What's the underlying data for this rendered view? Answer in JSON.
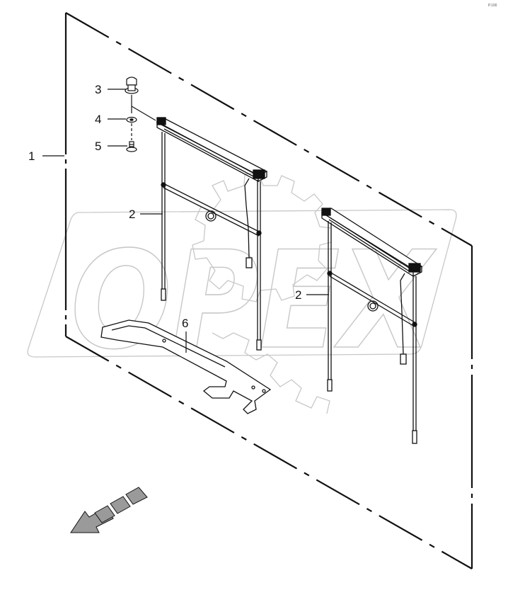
{
  "diagram": {
    "corner_note": "P.100",
    "callouts": [
      {
        "id": "c1",
        "label": "1"
      },
      {
        "id": "c2a",
        "label": "2"
      },
      {
        "id": "c2b",
        "label": "2"
      },
      {
        "id": "c3",
        "label": "3"
      },
      {
        "id": "c4",
        "label": "4"
      },
      {
        "id": "c5",
        "label": "5"
      },
      {
        "id": "c6",
        "label": "6"
      }
    ],
    "watermark_text": "OPEX",
    "colors": {
      "line": "#111111",
      "watermark": "#c8c8c8",
      "arrow_fill": "#9a9a9a"
    }
  }
}
